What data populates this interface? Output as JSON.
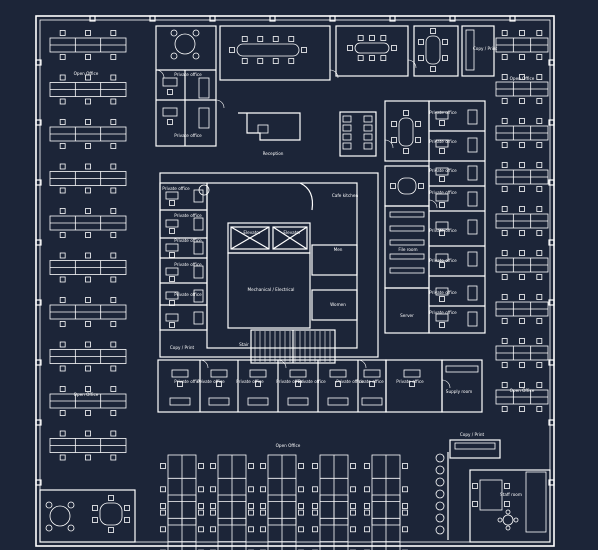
{
  "labels": {
    "open_office": "Open Office",
    "private_office": "Private office",
    "reception": "Reception",
    "cafe_kitchen": "Cafe kitchen",
    "copy_print": "Copy / Print",
    "elevator": "Elevator",
    "mechanical": "Mechanical / Electrical",
    "men": "Men",
    "women": "Women",
    "stair": "Stair",
    "file_room": "File room",
    "server": "Server",
    "supply_room": "Supply room",
    "staff_room": "Staff room"
  },
  "colors": {
    "background": "#1c2538",
    "line": "#ffffff"
  }
}
